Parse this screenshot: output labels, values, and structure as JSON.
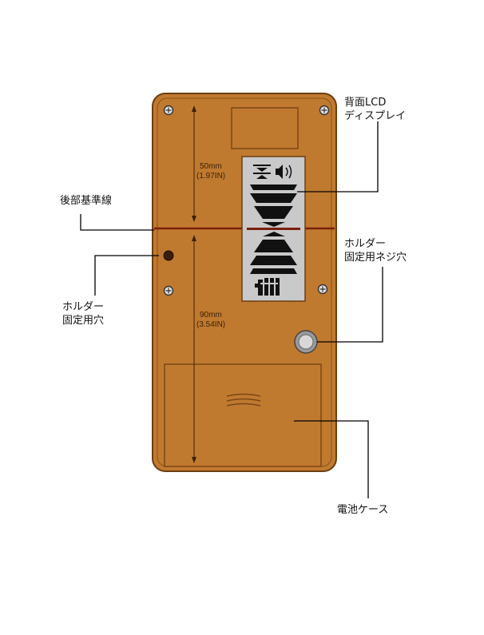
{
  "labels": {
    "lcd": [
      "背面LCD",
      "ディスプレイ"
    ],
    "reference_line": "後部基準線",
    "holder_screw": [
      "ホルダー",
      "固定用ネジ穴"
    ],
    "holder_hole": [
      "ホルダー",
      "固定用穴"
    ],
    "battery_case": "電池ケース"
  },
  "dimensions": {
    "upper": [
      "50mm",
      "(1.97IN)"
    ],
    "lower": [
      "90mm",
      "(3.54IN)"
    ]
  },
  "colors": {
    "body": "#c07a30",
    "body_edge": "#6b3f12",
    "lcd": "#c9c9c9",
    "lcd_symbol": "#111111",
    "reference_line": "#7a1f0a",
    "leader": "#000000"
  },
  "icons": [
    "speaker-icon",
    "battery-level-icon",
    "level-down-arrow-icon",
    "level-up-arrow-icon"
  ]
}
